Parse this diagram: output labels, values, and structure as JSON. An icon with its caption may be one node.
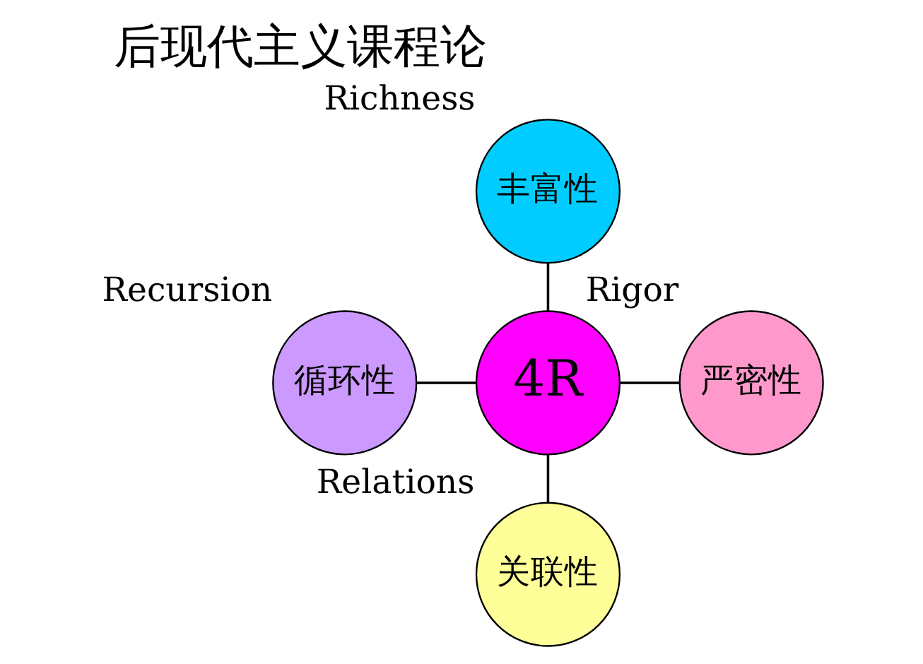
{
  "diagram": {
    "title": "后现代主义课程论",
    "nodes": [
      {
        "text": [
          "4R"
        ]
      },
      {
        "text": [
          "丰富性"
        ],
        "beside": [
          "Richness"
        ]
      },
      {
        "text": [
          "循环性"
        ],
        "beside": [
          "Recursion"
        ]
      },
      {
        "text": [
          "严密性"
        ],
        "beside": [
          "Rigor"
        ]
      },
      {
        "text": [
          "关联性"
        ],
        "beside": [
          "Relations"
        ]
      }
    ],
    "edges": [
      {
        "from": 1,
        "to": 0,
        "arrow": "none"
      },
      {
        "from": 2,
        "to": 0,
        "arrow": "none"
      },
      {
        "from": 0,
        "to": 3,
        "arrow": "none"
      },
      {
        "from": 0,
        "to": 4,
        "arrow": "none"
      }
    ]
  }
}
